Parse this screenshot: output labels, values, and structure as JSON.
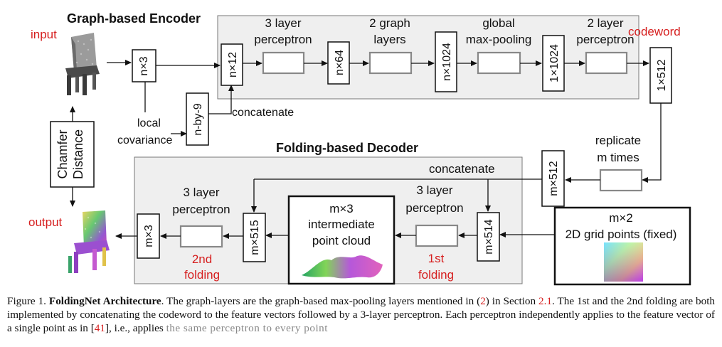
{
  "encoder": {
    "title": "Graph-based Encoder",
    "input_label": "input",
    "codeword_label": "codeword",
    "blocks": {
      "n3": "n×3",
      "n12": "n×12",
      "n64": "n×64",
      "n1024": "n×1024",
      "one1024": "1×1024",
      "one512": "1×512",
      "nby9": "n-by-9"
    },
    "stages": {
      "perceptron3": [
        "3 layer",
        "perceptron"
      ],
      "graph_layers": [
        "2 graph",
        "layers"
      ],
      "maxpool": [
        "global",
        "max-pooling"
      ],
      "perceptron2": [
        "2 layer",
        "perceptron"
      ]
    },
    "local_cov": [
      "local",
      "covariance"
    ],
    "concatenate": "concatenate"
  },
  "decoder": {
    "title": "Folding-based Decoder",
    "replicate": [
      "replicate",
      "m times"
    ],
    "concatenate": "concatenate",
    "blocks": {
      "m512": "m×512",
      "m514": "m×514",
      "m515": "m×515",
      "m3": "m×3"
    },
    "perceptron_first": [
      "3 layer",
      "perceptron"
    ],
    "perceptron_second": [
      "3 layer",
      "perceptron"
    ],
    "first_folding": [
      "1st",
      "folding"
    ],
    "second_folding": [
      "2nd",
      "folding"
    ],
    "intermediate": [
      "m×3",
      "intermediate",
      "point cloud"
    ],
    "grid": [
      "m×2",
      "2D grid points (fixed)"
    ]
  },
  "chamfer": [
    "Chamfer",
    "Distance"
  ],
  "output_label": "output",
  "caption": {
    "fig": "Figure 1.",
    "title": "FoldingNet Architecture",
    "t1": ". The graph-layers are the graph-based max-pooling layers mentioned in (",
    "r1": "2",
    "t2": ") in Section ",
    "r2": "2.1",
    "t3": ". The 1st and the 2nd folding are both implemented by concatenating the codeword to the feature vectors followed by a 3-layer perceptron. Each perceptron independently applies to the feature vector of a single point as in [",
    "r3": "41",
    "t4": "], i.e., applies",
    "tail": "the same perceptron to every point"
  },
  "colors": {
    "accent_red": "#d61f1f",
    "panel_gray": "#efefef",
    "dark": "#111111"
  }
}
